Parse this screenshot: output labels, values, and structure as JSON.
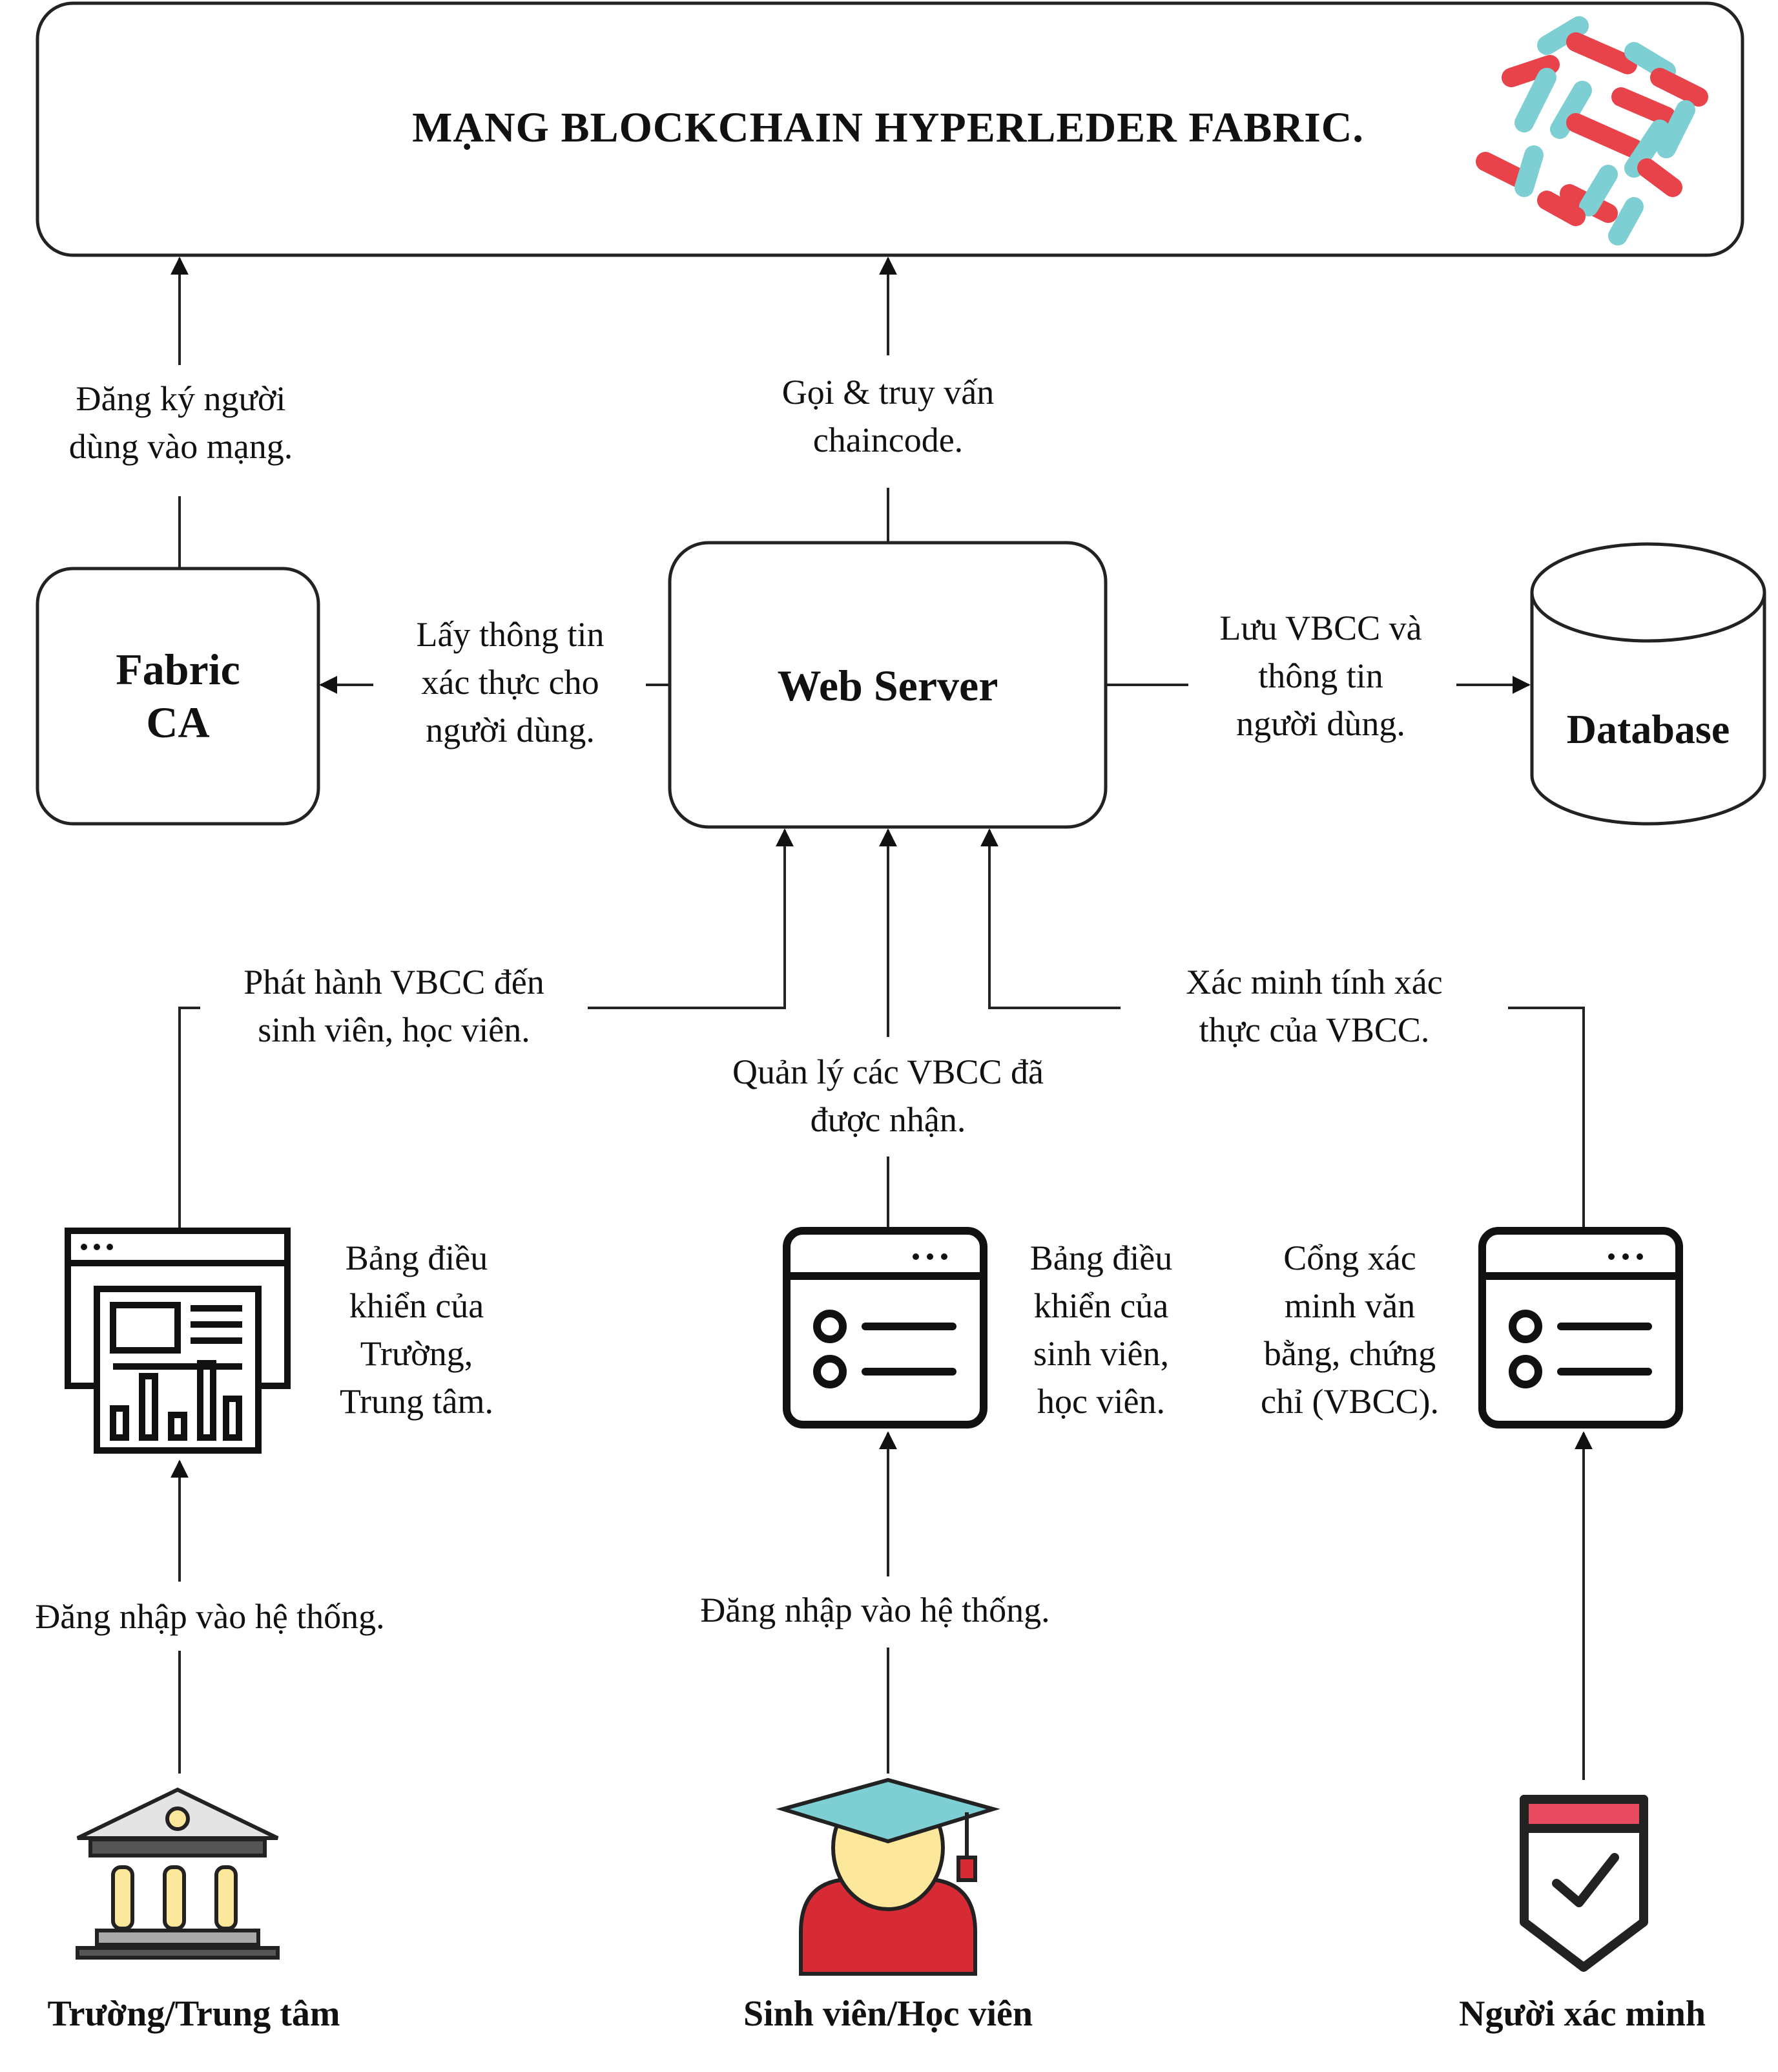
{
  "network": {
    "title": "MẠNG BLOCKCHAIN HYPERLEDER FABRIC."
  },
  "nodes": {
    "fabric_ca": "Fabric\nCA",
    "web_server": "Web Server",
    "database": "Database"
  },
  "edges": {
    "register_users": "Đăng ký người\ndùng vào mạng.",
    "call_chaincode": "Gọi & truy vấn\nchaincode.",
    "get_auth_info": "Lấy thông tin\nxác thực cho\nngười dùng.",
    "store_vbcc": "Lưu VBCC và\nthông tin\nngười dùng.",
    "issue_vbcc": "Phát hành VBCC đến\nsinh viên, học viên.",
    "manage_vbcc": "Quản lý các VBCC đã\nđược nhận.",
    "verify_vbcc": "Xác minh tính xác\nthực của VBCC.",
    "login_school": "Đăng nhập vào hệ thống.",
    "login_student": "Đăng nhập vào hệ thống."
  },
  "dashboards": {
    "school": "Bảng điều\nkhiển của\nTrường,\nTrung tâm.",
    "student": "Bảng điều\nkhiển của\nsinh viên,\nhọc viên.",
    "verifier": "Cổng xác\nminh văn\nbằng, chứng\nchỉ (VBCC)."
  },
  "actors": {
    "school": "Trường/Trung tâm",
    "student": "Sinh viên/Học viên",
    "verifier": "Người xác minh"
  },
  "icons": {
    "fabric_logo": "hyperledger-fabric-logo-icon",
    "school_dashboard": "analytics-dashboard-icon",
    "student_dashboard": "list-window-icon",
    "verifier_dashboard": "list-window-icon",
    "school": "bank-building-icon",
    "student": "graduate-icon",
    "verifier": "verified-shield-icon"
  },
  "colors": {
    "logo_red": "#e8434a",
    "logo_teal": "#7ecfd4",
    "cap_teal": "#7ecfd4",
    "student_red": "#d62b35",
    "face_yellow": "#fce79a",
    "pillar_yellow": "#fce79a",
    "badge_red": "#e84a5f"
  }
}
